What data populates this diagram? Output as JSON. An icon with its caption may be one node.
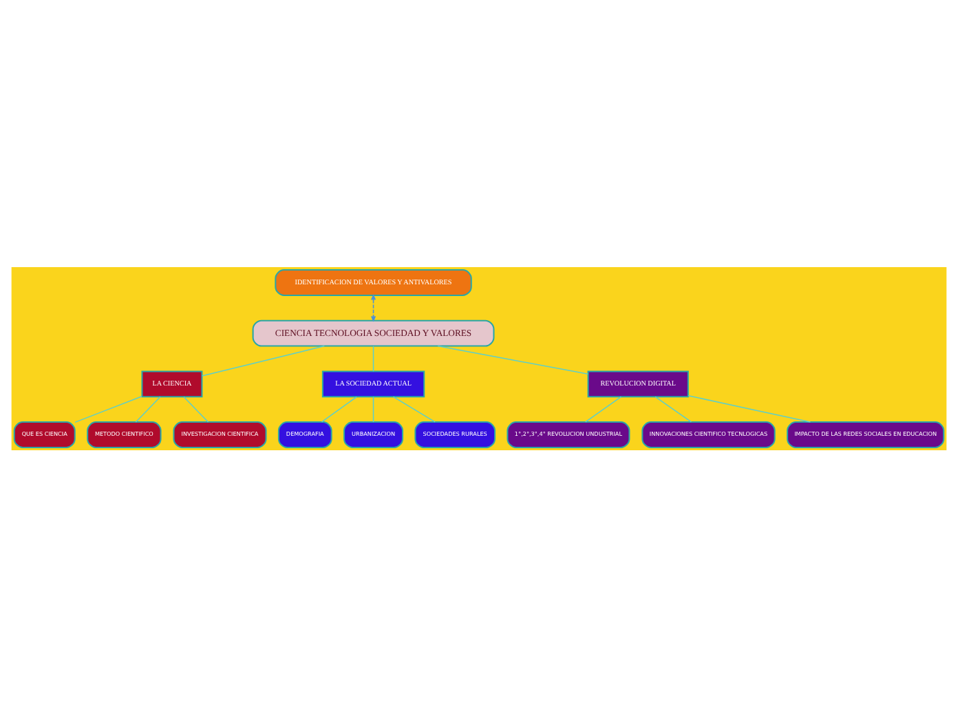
{
  "diagram": {
    "nodes": [
      {
        "text": [
          "CIENCIA TECNOLOGIA SOCIEDAD Y VALORES"
        ]
      },
      {
        "text": [
          "LA CIENCIA"
        ]
      },
      {
        "text": [
          "LA SOCIEDAD ACTUAL"
        ]
      },
      {
        "text": [
          "REVOLUCION DIGITAL"
        ]
      },
      {
        "text": [
          "QUE ES CIENCIA"
        ]
      },
      {
        "text": [
          "METODO CIENTIFICO"
        ]
      },
      {
        "text": [
          "INVESTIGACION CIENTIFICA"
        ]
      },
      {
        "text": [
          "DEMOGRAFIA"
        ]
      },
      {
        "text": [
          "URBANIZACION"
        ]
      },
      {
        "text": [
          "SOCIEDADES RURALES"
        ]
      },
      {
        "text": [
          "1°,2°,3°,4° REVOLUCION UNDUSTRIAL"
        ]
      },
      {
        "text": [
          "INNOVACIONES CIENTIFICO TECNLOGICAS"
        ]
      },
      {
        "text": [
          "IMPACTO DE LAS REDES SOCIALES EN EDUCACION"
        ]
      },
      {
        "text": [
          "IDENTIFICACION DE VALORES Y ANTIVALORES"
        ]
      }
    ],
    "edges": [
      {
        "from": 0,
        "to": 1,
        "arrow": "none"
      },
      {
        "from": 0,
        "to": 2,
        "arrow": "none"
      },
      {
        "from": 0,
        "to": 3,
        "arrow": "none"
      },
      {
        "from": 1,
        "to": 4,
        "arrow": "none"
      },
      {
        "from": 1,
        "to": 5,
        "arrow": "none"
      },
      {
        "from": 1,
        "to": 6,
        "arrow": "none"
      },
      {
        "from": 2,
        "to": 7,
        "arrow": "none"
      },
      {
        "from": 2,
        "to": 8,
        "arrow": "none"
      },
      {
        "from": 2,
        "to": 9,
        "arrow": "none"
      },
      {
        "from": 3,
        "to": 10,
        "arrow": "none"
      },
      {
        "from": 3,
        "to": 11,
        "arrow": "none"
      },
      {
        "from": 3,
        "to": 12,
        "arrow": "none"
      },
      {
        "from": 13,
        "to": 0,
        "arrow": "both",
        "style": "dashed",
        "color": "#4a90d9"
      }
    ]
  }
}
